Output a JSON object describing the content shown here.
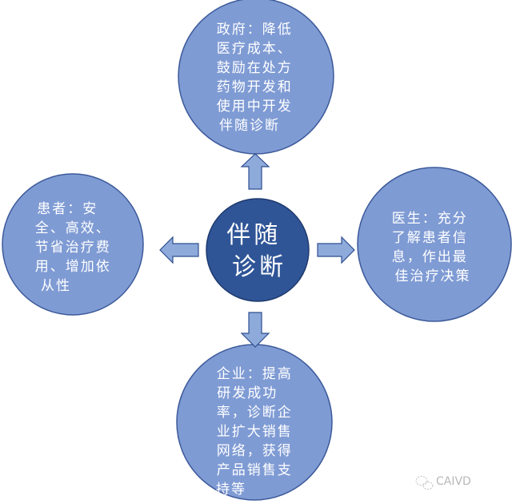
{
  "center": {
    "lines": [
      "伴随",
      "诊断"
    ]
  },
  "nodes": {
    "government": {
      "lines": [
        "政府：降低",
        "医疗成本、",
        "鼓励在处方",
        "药物开发和",
        "使用中开发",
        "伴随诊断"
      ]
    },
    "patient": {
      "lines": [
        "患者：安",
        "全、高效、",
        "节省治疗费",
        "用、增加依",
        "从性"
      ]
    },
    "doctor": {
      "lines": [
        "医生：充分",
        "了解患者信",
        "息，作出最",
        "佳治疗决策"
      ]
    },
    "enterprise": {
      "lines": [
        "企业：提高",
        "研发成功",
        "率，诊断企",
        "业扩大销售",
        "网络，获得",
        "产品销售支",
        "持等"
      ]
    }
  },
  "watermark": "CAIVD",
  "colors": {
    "outer_fill": "#7f9bd4",
    "outer_stroke": "#3d5a9a",
    "center_fill": "#2f5597",
    "arrow_fill": "#8eaadb",
    "arrow_stroke": "#2f4f8f"
  }
}
